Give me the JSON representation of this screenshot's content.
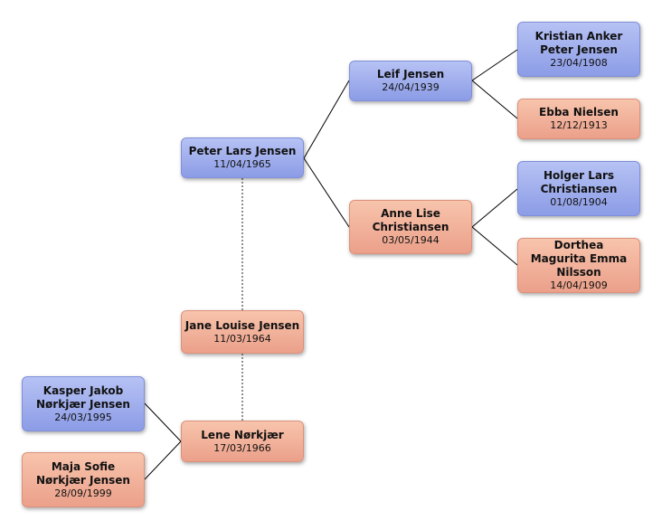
{
  "colors": {
    "male": "#9aa8ee",
    "female": "#f2b29a"
  },
  "people": {
    "peter_lars": {
      "name": "Peter Lars Jensen",
      "date": "11/04/1965",
      "gender": "male"
    },
    "leif": {
      "name": "Leif Jensen",
      "date": "24/04/1939",
      "gender": "male"
    },
    "anne_lise": {
      "name": "Anne Lise Christiansen",
      "date": "03/05/1944",
      "gender": "female"
    },
    "kristian": {
      "name": "Kristian Anker Peter Jensen",
      "date": "23/04/1908",
      "gender": "male"
    },
    "ebba": {
      "name": "Ebba Nielsen",
      "date": "12/12/1913",
      "gender": "female"
    },
    "holger": {
      "name": "Holger Lars Christiansen",
      "date": "01/08/1904",
      "gender": "male"
    },
    "dorthea": {
      "name": "Dorthea Magurita Emma Nilsson",
      "date": "14/04/1909",
      "gender": "female"
    },
    "jane": {
      "name": "Jane Louise Jensen",
      "date": "11/03/1964",
      "gender": "female"
    },
    "lene": {
      "name": "Lene Nørkjær",
      "date": "17/03/1966",
      "gender": "female"
    },
    "kasper": {
      "name": "Kasper Jakob Nørkjær Jensen",
      "date": "24/03/1995",
      "gender": "male"
    },
    "maja": {
      "name": "Maja Sofie Nørkjær Jensen",
      "date": "28/09/1999",
      "gender": "female"
    }
  }
}
